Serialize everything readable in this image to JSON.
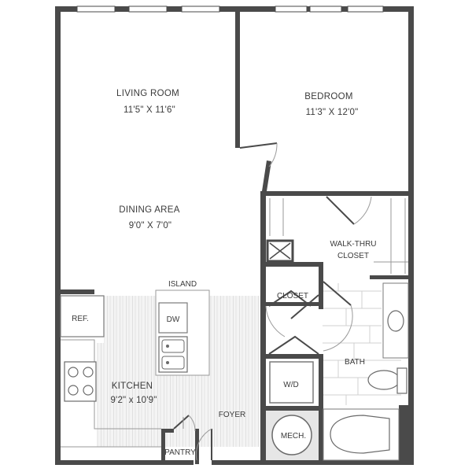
{
  "rooms": {
    "living_room": {
      "name": "LIVING ROOM",
      "dims": "11'5\" X 11'6\""
    },
    "bedroom": {
      "name": "BEDROOM",
      "dims": "11'3\" X 12'0\""
    },
    "dining_area": {
      "name": "DINING AREA",
      "dims": "9'0\" X 7'0\""
    },
    "walk_thru_closet": {
      "line1": "WALK-THRU",
      "line2": "CLOSET"
    },
    "kitchen": {
      "name": "KITCHEN",
      "dims": "9'2\" x 10'9\""
    },
    "bath": {
      "name": "BATH"
    },
    "closet": {
      "name": "CLOSET"
    },
    "foyer": {
      "name": "FOYER"
    },
    "pantry": {
      "name": "PANTRY"
    }
  },
  "fixtures": {
    "island": "ISLAND",
    "refrigerator": "REF.",
    "dishwasher": "DW",
    "washer_dryer": "W/D",
    "mechanical": "MECH."
  },
  "colors": {
    "wall": "#4a4a4a",
    "floor_hatch": "#cfcfcf",
    "mech_fill": "#e6e6e6"
  }
}
